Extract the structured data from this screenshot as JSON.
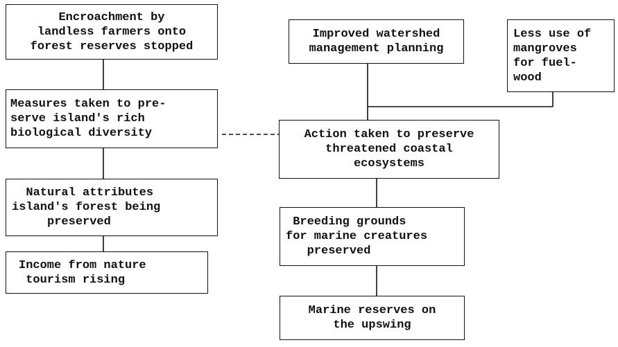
{
  "boxes": {
    "encroachment": "Encroachment by\nlandless farmers onto\nforest reserves stopped",
    "biodiversity": "Measures taken to pre-\nserve island's rich\nbiological diversity",
    "forest_attributes": "  Natural attributes\nisland's forest being\n     preserved",
    "tourism": "Income from nature\n tourism rising",
    "watershed": "Improved watershed\nmanagement planning",
    "mangroves": "Less use of\nmangroves\nfor fuel-\nwood",
    "coastal": "Action taken to preserve\nthreatened coastal\necosystems",
    "breeding": " Breeding grounds\nfor marine creatures\n   preserved",
    "marine_reserves": "Marine reserves on\nthe upswing"
  }
}
